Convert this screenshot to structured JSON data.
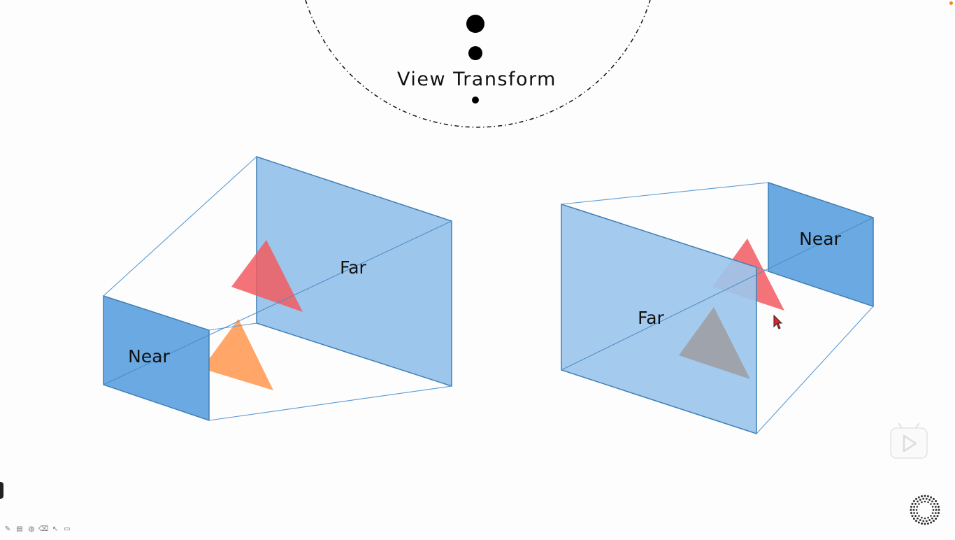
{
  "slide": {
    "title": "View Transform",
    "left_scene": {
      "near_label": "Near",
      "far_label": "Far"
    },
    "right_scene": {
      "near_label": "Near",
      "far_label": "Far"
    }
  },
  "colors": {
    "plane_near": "#6aa9e1",
    "plane_far": "#9cc6ec",
    "plane_edge": "#3f7fb5",
    "triangle_red": "#f25a60",
    "triangle_orange": "#ffa160",
    "triangle_gray": "#9e9ea4",
    "cursor": "#e0262c"
  },
  "toolbar": {
    "tools": [
      {
        "name": "pen-icon",
        "glyph": "✎"
      },
      {
        "name": "save-icon",
        "glyph": "▤"
      },
      {
        "name": "palette-icon",
        "glyph": "◍"
      },
      {
        "name": "eraser-icon",
        "glyph": "⌫"
      },
      {
        "name": "pointer-icon",
        "glyph": "↖"
      },
      {
        "name": "screen-icon",
        "glyph": "▭"
      }
    ]
  },
  "widgets": {
    "play_icon": "play-icon",
    "spinner_icon": "loading-spinner-icon"
  }
}
